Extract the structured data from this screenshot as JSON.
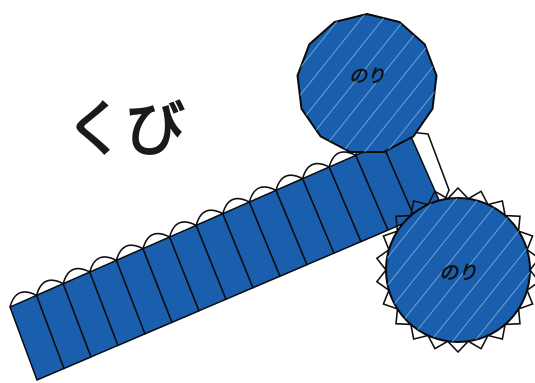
{
  "title": "くび",
  "glue_label_top": "のり",
  "glue_label_bottom": "のり",
  "neck_segments": 15,
  "colors": {
    "fill": "#1a5fae",
    "stroke": "#0a0a0a",
    "outline": "#111111",
    "background": "#ffffff"
  }
}
